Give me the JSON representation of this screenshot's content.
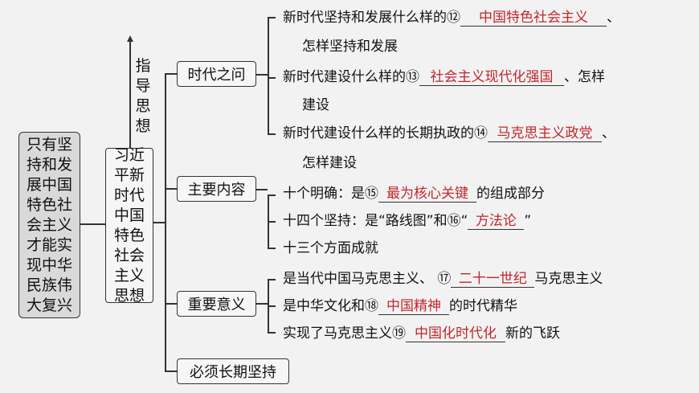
{
  "root": "只有坚持和发展中国特色社会主义才能实现中华民族伟大复兴",
  "center": "习近平新时代中国特色社会主义思想",
  "guide_label": "指导思想",
  "branches": {
    "b1": {
      "title": "时代之问",
      "items": [
        {
          "pre": "新时代坚持和发展什么样的⑫",
          "answer": "中国特色社会主义",
          "post": "、",
          "cont": "怎样坚持和发展"
        },
        {
          "pre": "新时代建设什么样的⑬",
          "answer": "社会主义现代化强国",
          "post": "、怎样",
          "cont": "建设"
        },
        {
          "pre": "新时代建设什么样的长期执政的⑭",
          "answer": "马克思主义政党",
          "post": "、",
          "cont": "怎样建设"
        }
      ]
    },
    "b2": {
      "title": "主要内容",
      "items": [
        {
          "pre": "十个明确：是⑮",
          "answer": "最为核心关键",
          "post": "的组成部分"
        },
        {
          "pre": "十四个坚持：是“路线图”和⑯“",
          "answer": "方法论",
          "post": "”"
        },
        {
          "pre": "十三个方面成就"
        }
      ]
    },
    "b3": {
      "title": "重要意义",
      "items": [
        {
          "pre": "是当代中国马克思主义、 ⑰",
          "answer": "二十一世纪",
          "post": "马克思主义"
        },
        {
          "pre": "是中华文化和⑱",
          "answer": "中国精神",
          "post": "的时代精华"
        },
        {
          "pre": "实现了马克思主义⑲",
          "answer": "中国化时代化",
          "post": "新的飞跃"
        }
      ]
    },
    "b4": {
      "title": "必须长期坚持"
    }
  },
  "colors": {
    "answer": "#c0272d",
    "root_fill": "#d9d9d9"
  }
}
